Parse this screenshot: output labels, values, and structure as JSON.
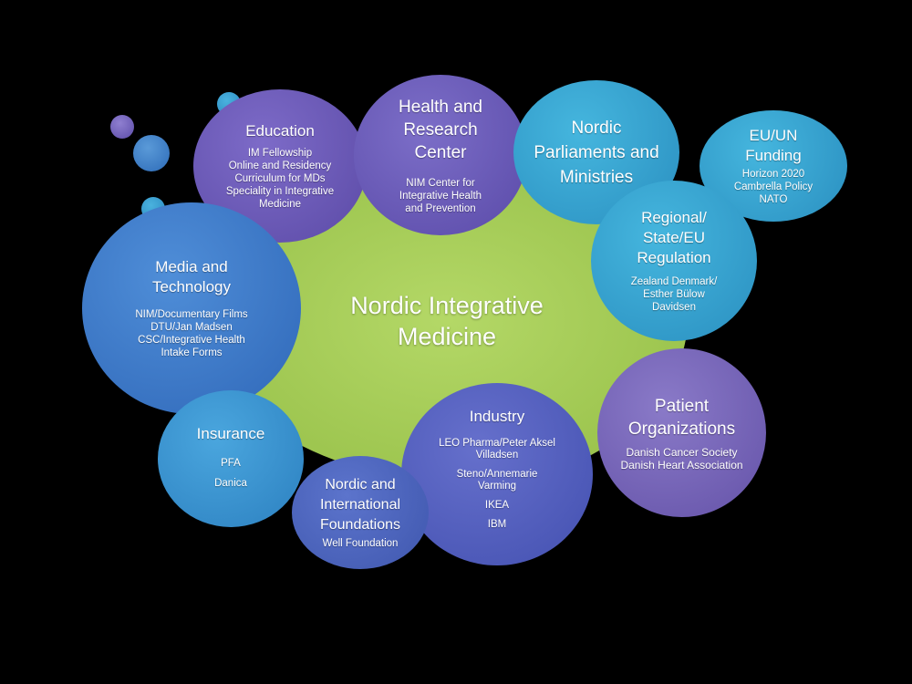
{
  "center": {
    "title": "Nordic Integrative Medicine"
  },
  "colors": {
    "background": "#000000",
    "center": "#a6cc5a",
    "purple": "#6a4fa8",
    "blue": "#3b78c4",
    "teal": "#2d9bc4",
    "deep_purple": "#5848a8",
    "lavender": "#7c6ab8"
  },
  "bubbles": {
    "education": {
      "title": "Education",
      "items": [
        "IM Fellowship",
        "Online and Residency",
        "Curriculum for MDs",
        "Speciality in Integrative",
        "Medicine"
      ]
    },
    "health_research": {
      "title": "Health and Research Center",
      "items": [
        "NIM Center for",
        "Integrative Health",
        "and Prevention"
      ]
    },
    "nordic_parliaments": {
      "title": "Nordic Parliaments and Ministries",
      "items": []
    },
    "eu_un": {
      "title": "EU/UN Funding",
      "items": [
        "Horizon 2020",
        "Cambrella Policy",
        "NATO"
      ]
    },
    "regional": {
      "title": "Regional/ State/EU Regulation",
      "items": [
        "Zealand Denmark/",
        "Esther Bülow",
        "Davidsen"
      ]
    },
    "media": {
      "title": "Media and Technology",
      "items": [
        "NIM/Documentary Films",
        "DTU/Jan Madsen",
        "CSC/Integrative Health",
        "Intake Forms"
      ]
    },
    "patient": {
      "title": "Patient Organizations",
      "items": [
        "Danish Cancer Society",
        "Danish Heart Association"
      ]
    },
    "insurance": {
      "title": "Insurance",
      "items": [
        "PFA",
        "Danica"
      ]
    },
    "industry": {
      "title": "Industry",
      "items": [
        "LEO Pharma/Peter Aksel",
        "Villadsen",
        "Steno/Annemarie",
        "Varming",
        "IKEA",
        "IBM"
      ]
    },
    "foundations": {
      "title": "Nordic and International Foundations",
      "items": [
        "Well Foundation"
      ]
    }
  }
}
